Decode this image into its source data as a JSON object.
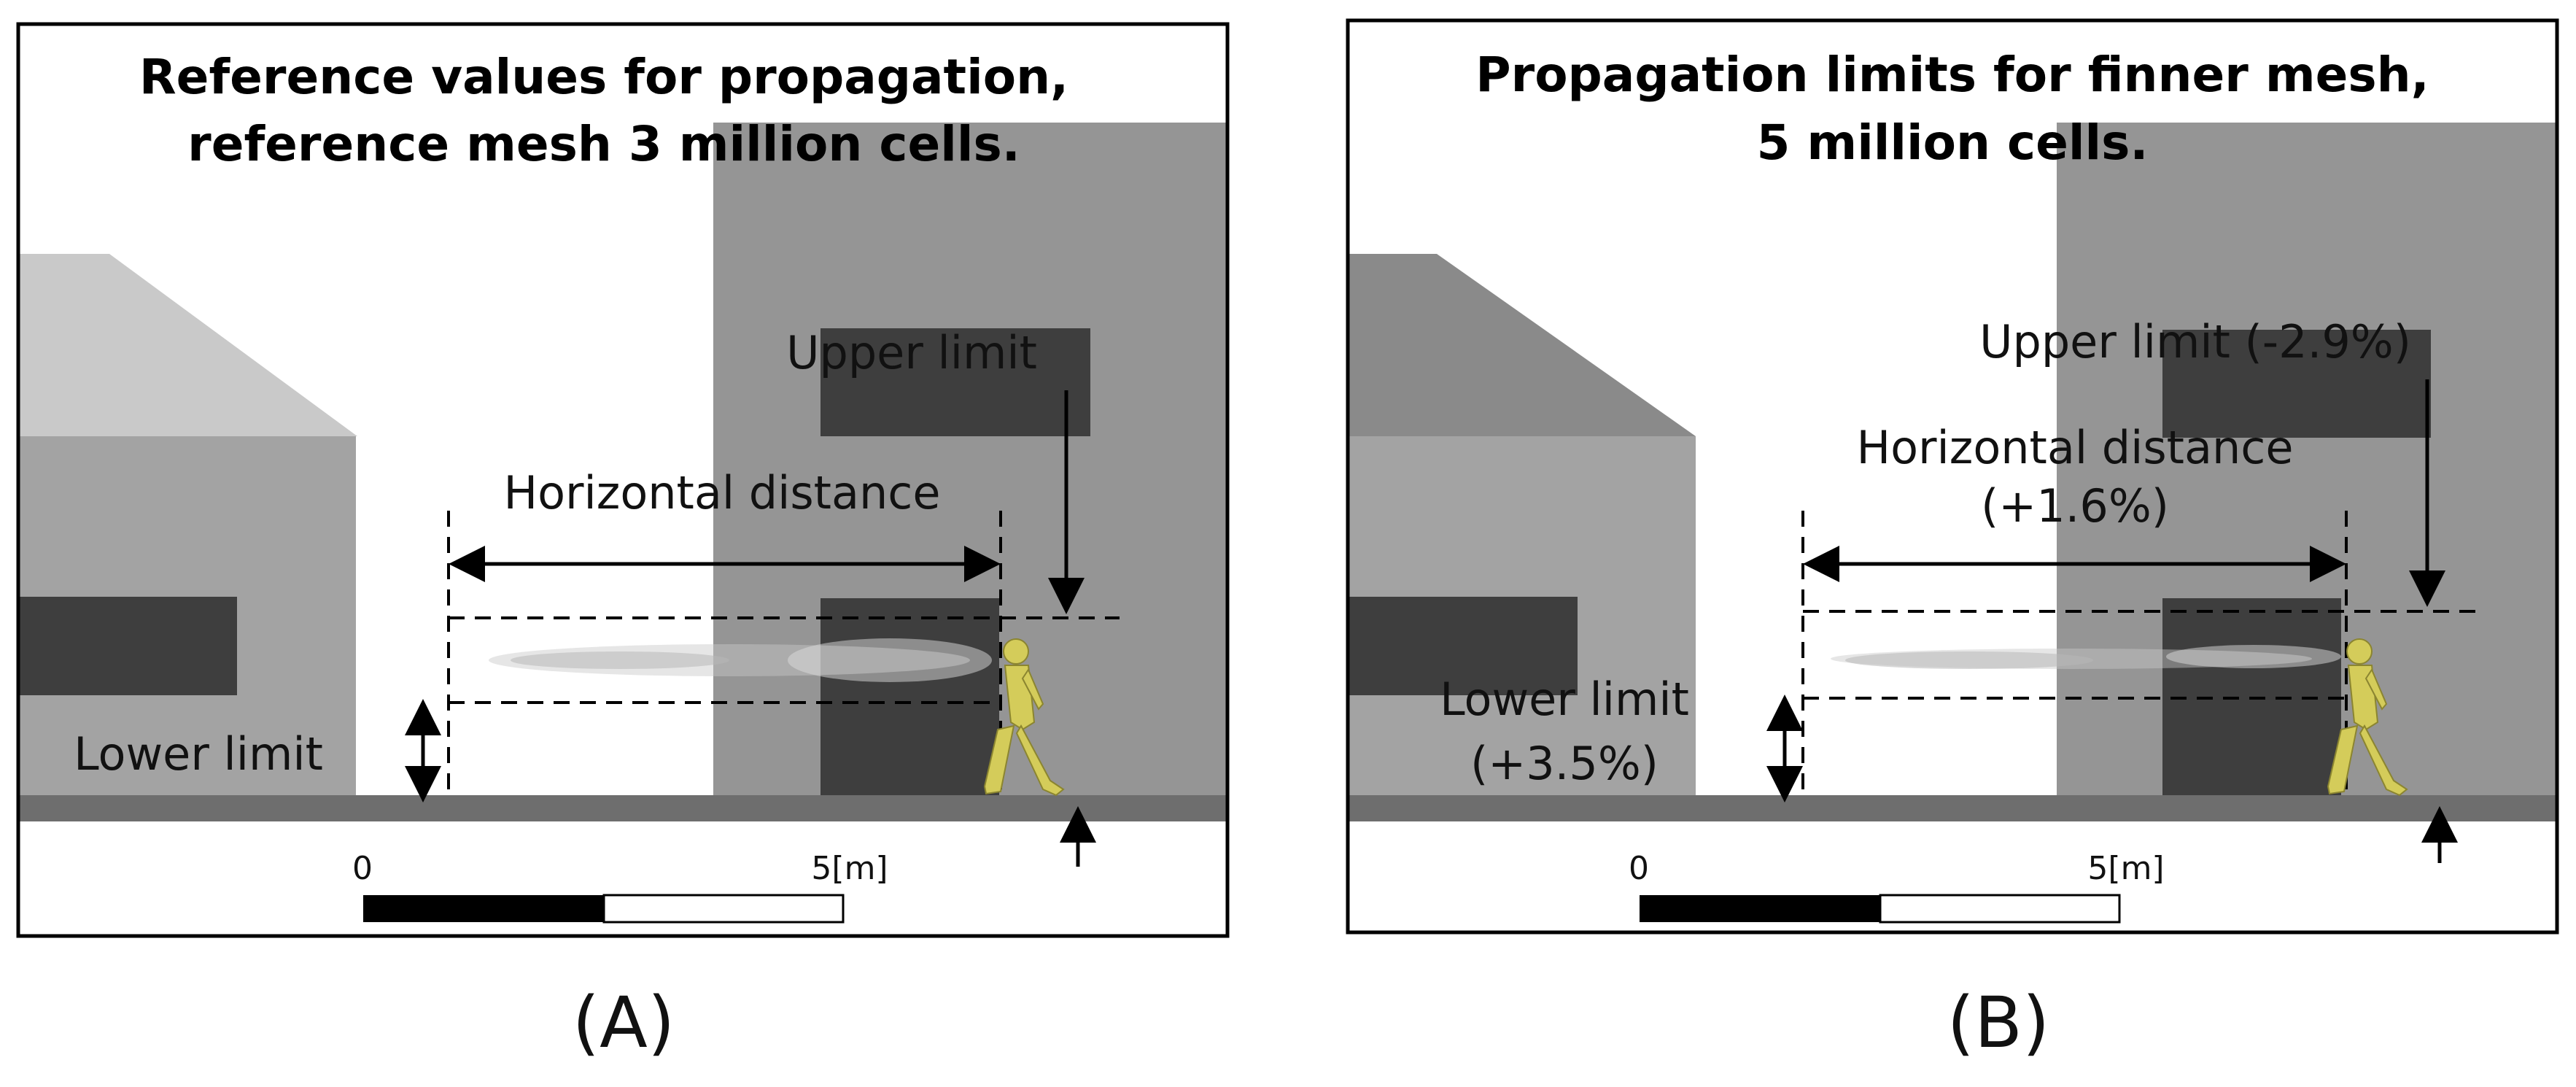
{
  "panel_a": {
    "title_line1": "Reference values for propagation,",
    "title_line2": "reference mesh 3 million cells.",
    "upper_limit": "Upper limit",
    "horizontal_distance": "Horizontal distance",
    "lower_limit": "Lower limit",
    "scale_start": "0",
    "scale_end": "5[m]",
    "caption": "(A)"
  },
  "panel_b": {
    "title_line1": "Propagation limits for finner mesh,",
    "title_line2": "5 million cells.",
    "upper_limit": "Upper limit (-2.9%)",
    "horizontal_distance_line1": "Horizontal distance",
    "horizontal_distance_line2": "(+1.6%)",
    "lower_limit_line1": "Lower limit",
    "lower_limit_line2": "(+3.5%)",
    "scale_start": "0",
    "scale_end": "5[m]",
    "caption": "(B)"
  },
  "colors": {
    "building_light_roof": "#c9c9c9",
    "building_mid": "#a3a3a3",
    "building_tall": "#959595",
    "window_dark": "#3e3e3e",
    "street": "#6e6e6e",
    "pedestrian": "#d4cc5a"
  }
}
